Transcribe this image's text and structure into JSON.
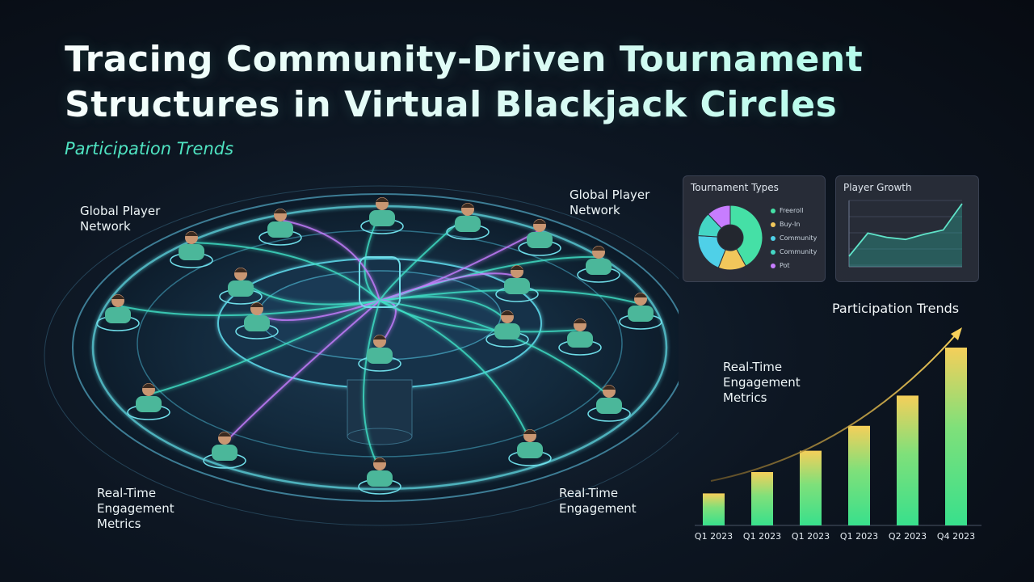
{
  "header": {
    "title": "Tracing Community-Driven Tournament Structures in Virtual Blackjack Circles",
    "subtitle": "Participation Trends"
  },
  "labels": {
    "global_left": "Global Player\nNetwork",
    "global_right": "Global Player\nNetwork",
    "engagement_left": "Real-Time\nEngagement\nMetrics",
    "engagement_bottom": "Real-Time\nEngagement",
    "engagement_right": "Real-Time\nEngagement\nMetrics"
  },
  "colors": {
    "teal": "#3fe0c5",
    "purple": "#c77dff",
    "green": "#38e08c",
    "gold": "#f5cf5a"
  },
  "chart_data": [
    {
      "type": "pie",
      "title": "Tournament Types",
      "legend": [
        "Freeroll",
        "Buy-In",
        "Community",
        "Community",
        "Pot"
      ],
      "colors": [
        "#45e0a6",
        "#f1c75b",
        "#4fd0e8",
        "#44d6c4",
        "#c77dff"
      ]
    },
    {
      "type": "area",
      "title": "Player Growth",
      "values": [
        10,
        32,
        28,
        26,
        31,
        35,
        60
      ],
      "grid": true
    },
    {
      "type": "bar",
      "title": "Participation Trends",
      "categories": [
        "Q1 2023",
        "Q1 2023",
        "Q1 2023",
        "Q1 2023",
        "Q2 2023",
        "Q4 2023"
      ],
      "values": [
        18,
        30,
        42,
        56,
        73,
        100
      ],
      "trend_arrow": true
    }
  ]
}
